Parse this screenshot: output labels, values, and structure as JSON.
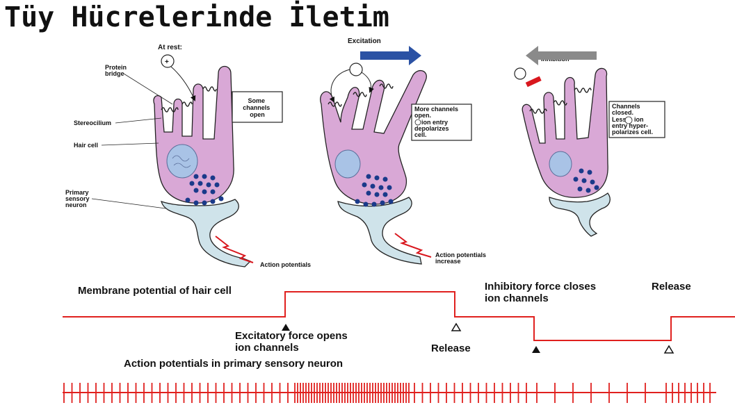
{
  "title": "Tüy Hücrelerinde İletim",
  "panels": {
    "rest": {
      "heading": "At rest:",
      "protein_bridge": [
        "Protein",
        "bridge"
      ],
      "stereocilium": "Stereocilium",
      "hair_cell": "Hair cell",
      "primary_neuron": [
        "Primary",
        "sensory",
        "neuron"
      ],
      "box": [
        "Some",
        "channels",
        "open"
      ],
      "action": "Action potentials"
    },
    "excitation": {
      "heading": "Excitation",
      "box": [
        "More channels",
        "open.",
        "ion entry",
        "depolarizes",
        "cell."
      ],
      "action": [
        "Action potentials",
        "increase"
      ]
    },
    "inhibition": {
      "heading": "Inhibition",
      "box": [
        "Channels",
        "closed.",
        "Less",
        "ion",
        "entry hyper-",
        "polarizes cell."
      ]
    }
  },
  "bottom": {
    "membrane_label": "Membrane potential of hair cell",
    "inhibitory_label": [
      "Inhibitory force closes",
      "ion channels"
    ],
    "release_right": "Release",
    "excitatory_label": [
      "Excitatory force opens",
      "ion channels"
    ],
    "release_mid": "Release",
    "action_label": "Action potentials in primary sensory neuron"
  },
  "colors": {
    "cell": "#d9a8d6",
    "cell_stroke": "#222222",
    "neuron": "#cfe3ea",
    "nucleus": "#a9c3e6",
    "vesicle": "#1a3a8a",
    "trace": "#e0201e",
    "excite_arrow": "#2b52a4",
    "inhibit_arrow": "#8a8a8a",
    "block_bar": "#d9171e"
  }
}
